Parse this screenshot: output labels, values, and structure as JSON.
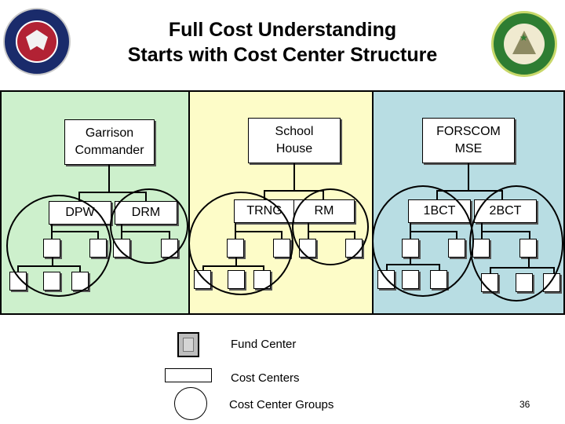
{
  "title": {
    "line1": "Full Cost Understanding",
    "line2": "Starts with Cost Center Structure"
  },
  "panels": [
    {
      "name": "garrison",
      "color": "#cdf0cc",
      "head": "Garrison\nCommander",
      "units": [
        "DPW",
        "DRM"
      ]
    },
    {
      "name": "school",
      "color": "#fdfcc8",
      "head": "School\nHouse",
      "units": [
        "TRNG",
        "RM"
      ]
    },
    {
      "name": "forscom",
      "color": "#b8dde3",
      "head": "FORSCOM\nMSE",
      "units": [
        "1BCT",
        "2BCT"
      ]
    }
  ],
  "legend": {
    "fund_center": "Fund Center",
    "cost_centers": "Cost Centers",
    "cost_center_groups": "Cost Center Groups"
  },
  "page_number": "36",
  "icons": {
    "left_logo": "army-seal-icon",
    "right_logo": "army-financial-management-seal-icon"
  }
}
